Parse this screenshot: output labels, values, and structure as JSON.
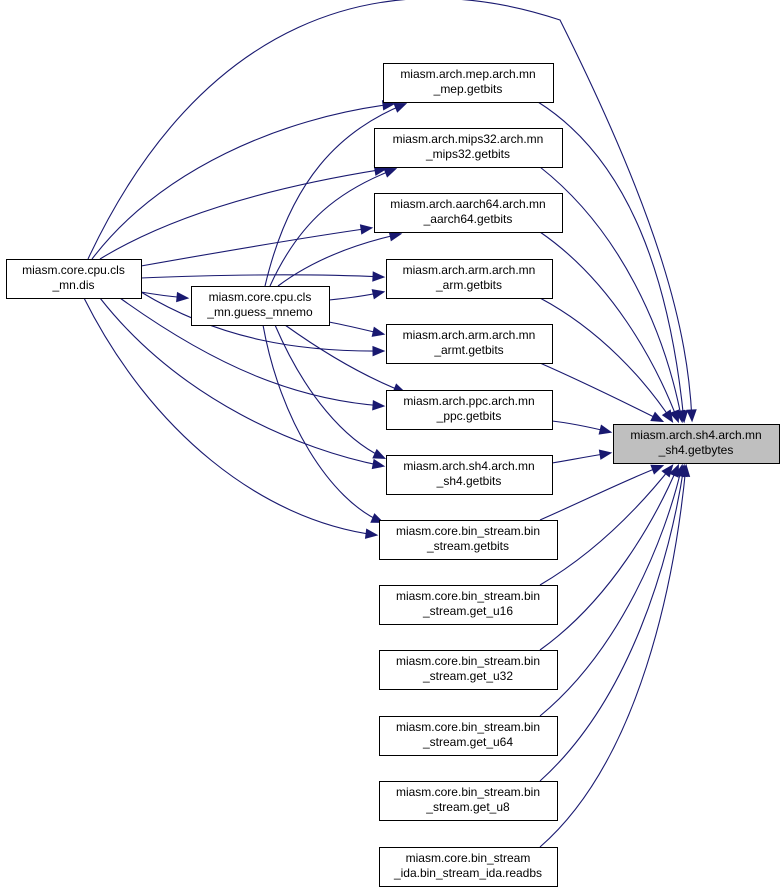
{
  "graph": {
    "focus": {
      "id": "sh4_getbytes",
      "lines": [
        "miasm.arch.sh4.arch.mn",
        "_sh4.getbytes"
      ]
    },
    "nodes": [
      {
        "id": "dis",
        "lines": [
          "miasm.core.cpu.cls",
          "_mn.dis"
        ]
      },
      {
        "id": "guess_mnemo",
        "lines": [
          "miasm.core.cpu.cls",
          "_mn.guess_mnemo"
        ]
      },
      {
        "id": "mep_getbits",
        "lines": [
          "miasm.arch.mep.arch.mn",
          "_mep.getbits"
        ]
      },
      {
        "id": "mips32_getbits",
        "lines": [
          "miasm.arch.mips32.arch.mn",
          "_mips32.getbits"
        ]
      },
      {
        "id": "aarch64_getbits",
        "lines": [
          "miasm.arch.aarch64.arch.mn",
          "_aarch64.getbits"
        ]
      },
      {
        "id": "arm_getbits",
        "lines": [
          "miasm.arch.arm.arch.mn",
          "_arm.getbits"
        ]
      },
      {
        "id": "armt_getbits",
        "lines": [
          "miasm.arch.arm.arch.mn",
          "_armt.getbits"
        ]
      },
      {
        "id": "ppc_getbits",
        "lines": [
          "miasm.arch.ppc.arch.mn",
          "_ppc.getbits"
        ]
      },
      {
        "id": "sh4_getbits",
        "lines": [
          "miasm.arch.sh4.arch.mn",
          "_sh4.getbits"
        ]
      },
      {
        "id": "bs_getbits",
        "lines": [
          "miasm.core.bin_stream.bin",
          "_stream.getbits"
        ]
      },
      {
        "id": "bs_get_u16",
        "lines": [
          "miasm.core.bin_stream.bin",
          "_stream.get_u16"
        ]
      },
      {
        "id": "bs_get_u32",
        "lines": [
          "miasm.core.bin_stream.bin",
          "_stream.get_u32"
        ]
      },
      {
        "id": "bs_get_u64",
        "lines": [
          "miasm.core.bin_stream.bin",
          "_stream.get_u64"
        ]
      },
      {
        "id": "bs_get_u8",
        "lines": [
          "miasm.core.bin_stream.bin",
          "_stream.get_u8"
        ]
      },
      {
        "id": "bsida_readbs",
        "lines": [
          "miasm.core.bin_stream",
          "_ida.bin_stream_ida.readbs"
        ]
      }
    ],
    "edges": [
      {
        "from": "dis",
        "to": "sh4_getbytes"
      },
      {
        "from": "dis",
        "to": "guess_mnemo"
      },
      {
        "from": "dis",
        "to": "mep_getbits"
      },
      {
        "from": "dis",
        "to": "mips32_getbits"
      },
      {
        "from": "dis",
        "to": "aarch64_getbits"
      },
      {
        "from": "dis",
        "to": "arm_getbits"
      },
      {
        "from": "dis",
        "to": "armt_getbits"
      },
      {
        "from": "dis",
        "to": "ppc_getbits"
      },
      {
        "from": "dis",
        "to": "sh4_getbits"
      },
      {
        "from": "dis",
        "to": "bs_getbits"
      },
      {
        "from": "guess_mnemo",
        "to": "mep_getbits"
      },
      {
        "from": "guess_mnemo",
        "to": "mips32_getbits"
      },
      {
        "from": "guess_mnemo",
        "to": "aarch64_getbits"
      },
      {
        "from": "guess_mnemo",
        "to": "arm_getbits"
      },
      {
        "from": "guess_mnemo",
        "to": "armt_getbits"
      },
      {
        "from": "guess_mnemo",
        "to": "ppc_getbits"
      },
      {
        "from": "guess_mnemo",
        "to": "sh4_getbits"
      },
      {
        "from": "guess_mnemo",
        "to": "bs_getbits"
      },
      {
        "from": "mep_getbits",
        "to": "sh4_getbytes"
      },
      {
        "from": "mips32_getbits",
        "to": "sh4_getbytes"
      },
      {
        "from": "aarch64_getbits",
        "to": "sh4_getbytes"
      },
      {
        "from": "arm_getbits",
        "to": "sh4_getbytes"
      },
      {
        "from": "armt_getbits",
        "to": "sh4_getbytes"
      },
      {
        "from": "ppc_getbits",
        "to": "sh4_getbytes"
      },
      {
        "from": "sh4_getbits",
        "to": "sh4_getbytes"
      },
      {
        "from": "bs_getbits",
        "to": "sh4_getbytes"
      },
      {
        "from": "bs_get_u16",
        "to": "sh4_getbytes"
      },
      {
        "from": "bs_get_u32",
        "to": "sh4_getbytes"
      },
      {
        "from": "bs_get_u64",
        "to": "sh4_getbytes"
      },
      {
        "from": "bs_get_u8",
        "to": "sh4_getbytes"
      },
      {
        "from": "bsida_readbs",
        "to": "sh4_getbytes"
      }
    ],
    "colors": {
      "edge": "#191970",
      "focus_fill": "#bfbfbf",
      "node_fill": "#ffffff",
      "node_border": "#000000"
    }
  }
}
